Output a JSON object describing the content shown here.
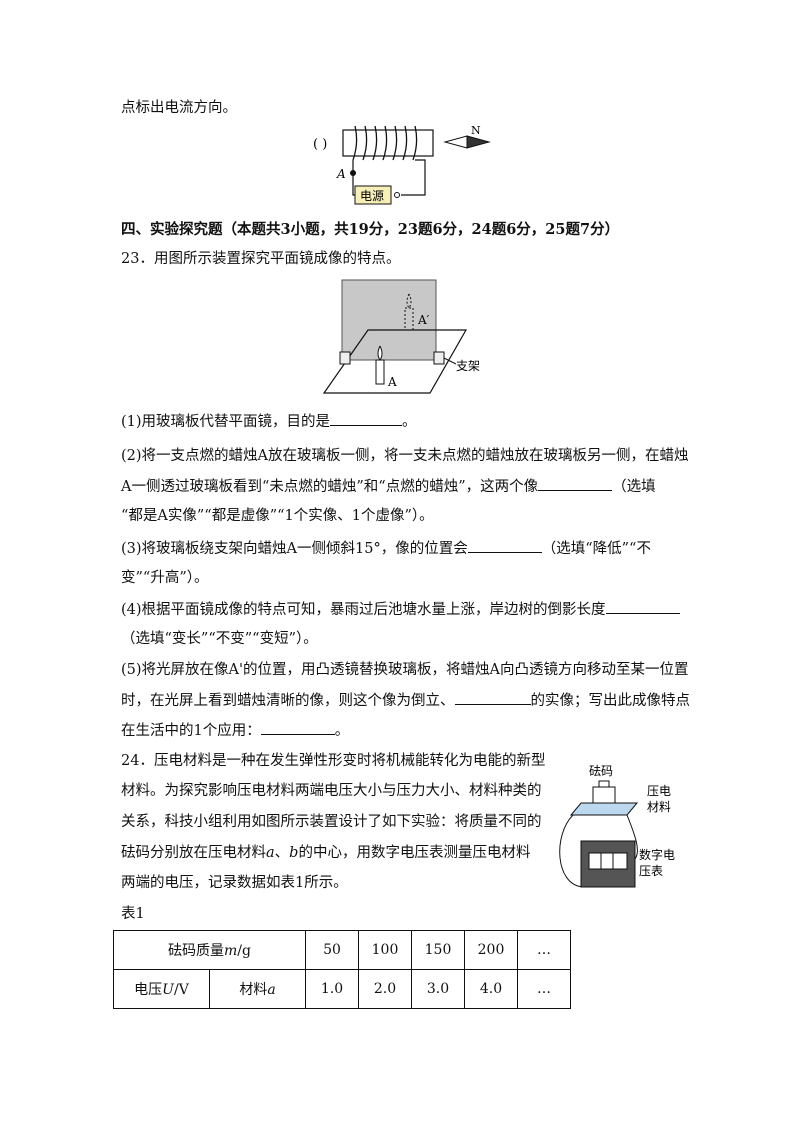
{
  "intro_line": "点标出电流方向。",
  "fig_solenoid": {
    "bracket": "(     )",
    "point": "A",
    "power_label": "电源",
    "compass_n": "N"
  },
  "section": {
    "title": "四、实验探究题（本题共3小题，共19分，23题6分，24题6分，25题7分）"
  },
  "q23": {
    "stem": "23．用图所示装置探究平面镜成像的特点。",
    "fig_labels": {
      "image": "A′",
      "candle": "A",
      "stand": "支架"
    },
    "p1_a": "(1)用玻璃板代替平面镜，目的是",
    "p1_b": "。",
    "p2_l1": "(2)将一支点燃的蜡烛A放在玻璃板一侧，将一支未点燃的蜡烛放在玻璃板另一侧，在蜡烛",
    "p2_l2a": "A一侧透过玻璃板看到“未点燃的蜡烛”和“点燃的蜡烛”，这两个像",
    "p2_l2b": "（选填",
    "p2_l3": "“都是A实像”“都是虚像”“1个实像、1个虚像”）。",
    "p3_l1a": "(3)将玻璃板绕支架向蜡烛A一侧倾斜15°，像的位置会",
    "p3_l1b": "（选填“降低”“不",
    "p3_l2": "变”“升高”）。",
    "p4_l1": "(4)根据平面镜成像的特点可知，暴雨过后池塘水量上涨，岸边树的倒影长度",
    "p4_l2": "（选填“变长”“不变”“变短”）。",
    "p5_l1": "(5)将光屏放在像A'的位置，用凸透镜替换玻璃板，将蜡烛A向凸透镜方向移动至某一位置",
    "p5_l2a": "时，在光屏上看到蜡烛清晰的像，则这个像为倒立、",
    "p5_l2b": "的实像；写出此成像特点",
    "p5_l3a": "在生活中的1个应用：",
    "p5_l3b": "。"
  },
  "q24": {
    "l1": "24．压电材料是一种在发生弹性形变时将机械能转化为电能的新型",
    "l2": "材料。为探究影响压电材料两端电压大小与压力大小、材料种类的",
    "l3": "关系，科技小组利用如图所示装置设计了如下实验：将质量不同的",
    "l4a": "砝码分别放在压电材料",
    "l4_a": "a",
    "l4_sep": "、",
    "l4_b": "b",
    "l4c": "的中心，用数字电压表测量压电材料",
    "l5": "两端的电压，记录数据如表1所示。",
    "fig_labels": {
      "weight": "砝码",
      "material_1": "压电",
      "material_2": "材料",
      "meter_1": "数字电",
      "meter_2": "压表"
    },
    "table_caption": "表1",
    "table": {
      "row1_label_a": "砝码质量",
      "row1_label_m": "m",
      "row1_label_u": "/g",
      "row1_values": [
        "50",
        "100",
        "150",
        "200",
        "…"
      ],
      "row2_label_a": "电压",
      "row2_label_U": "U",
      "row2_label_u": "/V",
      "row2_sub_a": "材料",
      "row2_sub_i": "a",
      "row2_values": [
        "1.0",
        "2.0",
        "3.0",
        "4.0",
        "…"
      ]
    }
  }
}
